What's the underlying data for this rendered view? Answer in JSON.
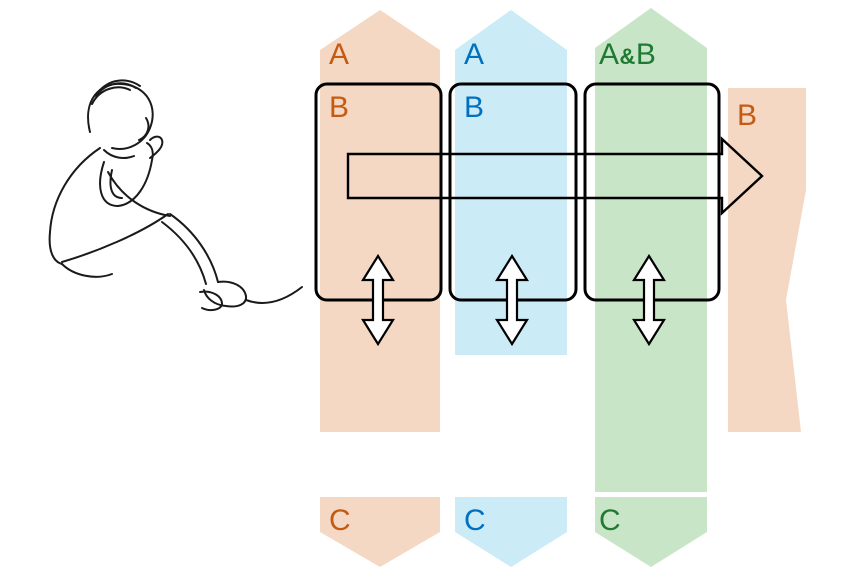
{
  "diagram_title": "three-stream-flow-diagram",
  "colors": {
    "peach_fill": "#F5D8C4",
    "blue_fill": "#CBEBF7",
    "green_fill": "#C9E5C7",
    "orange_text": "#C55A11",
    "blue_text": "#0070C0",
    "green_text": "#1F7A34",
    "outline": "#000000",
    "arrow_fill": "#FFFFFF"
  },
  "columns": [
    {
      "top": "A",
      "mid": "B",
      "bottom": "C"
    },
    {
      "top": "A",
      "mid": "B",
      "bottom": "C"
    },
    {
      "top_part_a": "A",
      "top_part_amp": "&",
      "top_part_b": "B",
      "bottom": "C"
    }
  ],
  "right_band_label": "B",
  "icons": {
    "figure": "seated-person-line-drawing",
    "flow_arrow": "horizontal-right-arrow",
    "exchange_arrow": "vertical-double-arrow"
  }
}
